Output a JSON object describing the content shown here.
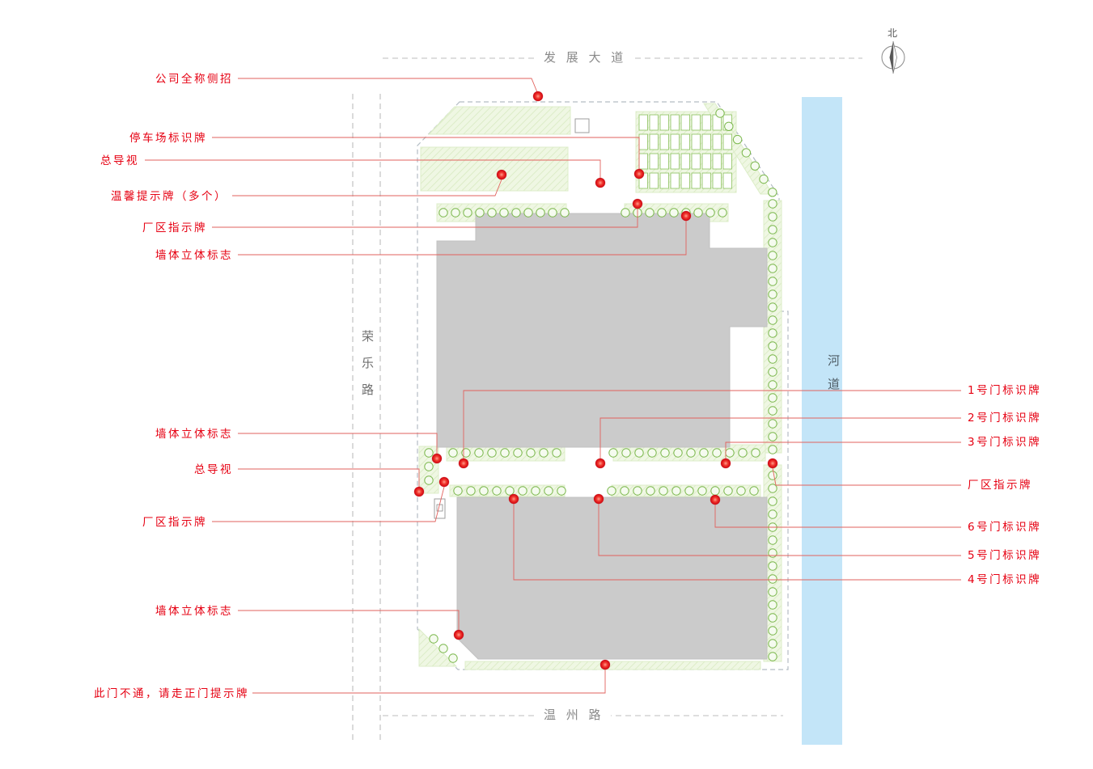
{
  "colors": {
    "annotation_red": "#e60012",
    "river_blue": "#c3e5f8",
    "building_gray": "#cbcbcb",
    "landscape_green": "#7cb84e",
    "road_gray": "#8a8a8a"
  },
  "roads": {
    "top": "发 展 大 道",
    "left": "荣乐路",
    "bottom": "温 州 路",
    "river": "河道"
  },
  "compass": {
    "label": "北"
  },
  "annotations": {
    "left": [
      {
        "text": "公司全称侧招"
      },
      {
        "text": "停车场标识牌"
      },
      {
        "text": "总导视"
      },
      {
        "text": "温馨提示牌（多个）"
      },
      {
        "text": "厂区指示牌"
      },
      {
        "text": "墙体立体标志"
      },
      {
        "text": "墙体立体标志"
      },
      {
        "text": "总导视"
      },
      {
        "text": "厂区指示牌"
      },
      {
        "text": "墙体立体标志"
      },
      {
        "text": "此门不通，请走正门提示牌"
      }
    ],
    "right": [
      {
        "text": "1号门标识牌"
      },
      {
        "text": "2号门标识牌"
      },
      {
        "text": "3号门标识牌"
      },
      {
        "text": "厂区指示牌"
      },
      {
        "text": "6号门标识牌"
      },
      {
        "text": "5号门标识牌"
      },
      {
        "text": "4号门标识牌"
      }
    ]
  }
}
